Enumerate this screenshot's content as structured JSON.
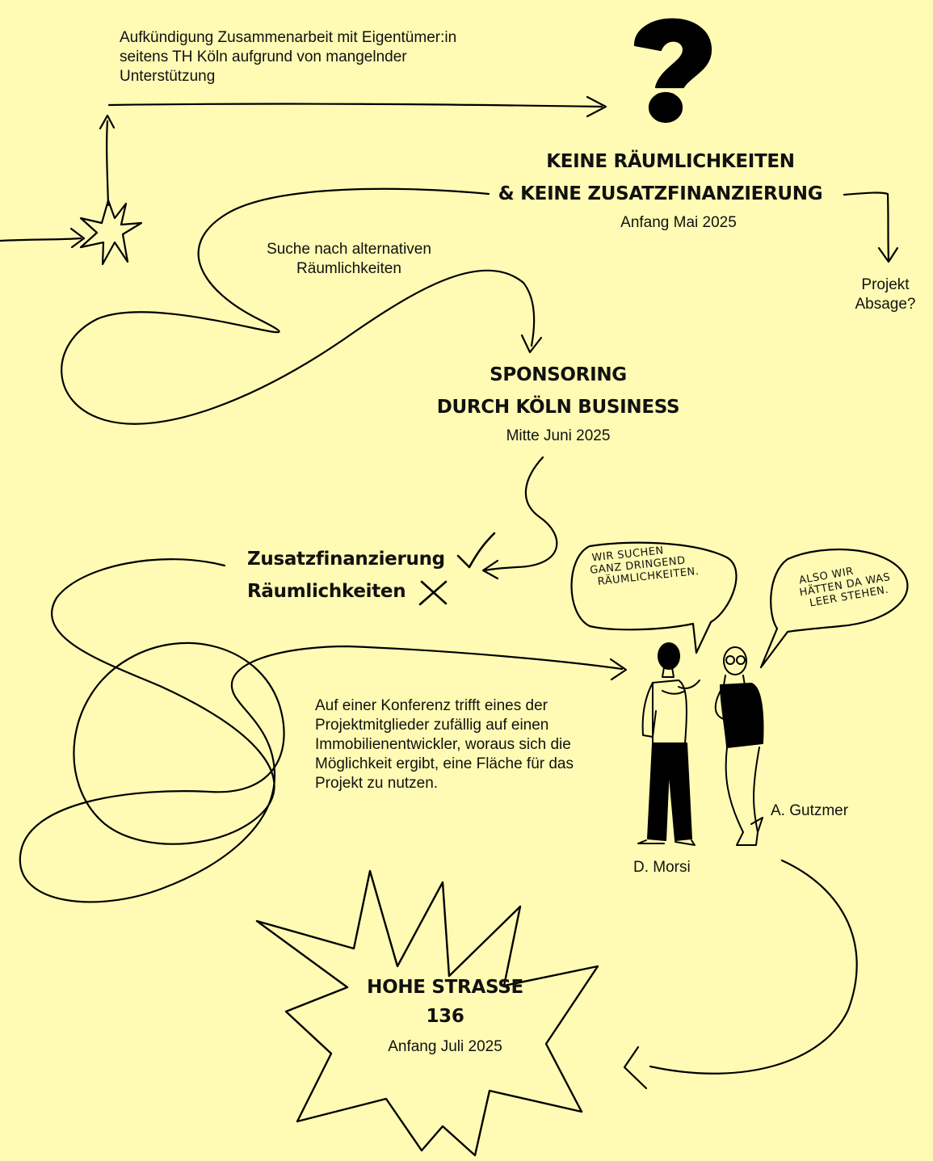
{
  "colors": {
    "background": "#fffbb4",
    "ink": "#000000"
  },
  "notes": {
    "termination": "Aufkündigung Zusammenarbeit mit Eigentümer:in seitens TH Köln aufgrund von mangelnder Unterstützung",
    "search": "Suche nach alternativen Räumlichkeiten",
    "cancel": "Projekt Absage?",
    "conference": "Auf einer Konferenz trifft eines der Projektmitglieder zufällig auf einen Immobilienentwickler, woraus sich die Möglichkeit ergibt, eine Fläche für das Projekt zu nutzen."
  },
  "milestones": [
    {
      "title_line1": "KEINE RÄUMLICHKEITEN",
      "title_line2": "& KEINE ZUSATZFINANZIERUNG",
      "date": "Anfang Mai 2025"
    },
    {
      "title_line1": "SPONSORING",
      "title_line2": "DURCH KÖLN BUSINESS",
      "date": "Mitte Juni 2025"
    },
    {
      "title_line1": "HOHE STRASSE",
      "title_line2": "136",
      "date": "Anfang Juli 2025"
    }
  ],
  "status": [
    {
      "label": "Zusatzfinanzierung",
      "mark": "check-icon"
    },
    {
      "label": "Räumlichkeiten",
      "mark": "cross-icon"
    }
  ],
  "bubbles": {
    "morsi": [
      "WIR SUCHEN",
      "GANZ DRINGEND",
      "RÄUMLICHKEITEN."
    ],
    "gutzmer": [
      "ALSO WIR",
      "HÄTTEN DA WAS",
      "LEER STEHEN."
    ]
  },
  "people": {
    "left": "D. Morsi",
    "right": "A. Gutzmer"
  },
  "icons": [
    "question-mark-icon",
    "burst-star-icon",
    "check-icon",
    "cross-icon",
    "spiky-star-burst"
  ]
}
